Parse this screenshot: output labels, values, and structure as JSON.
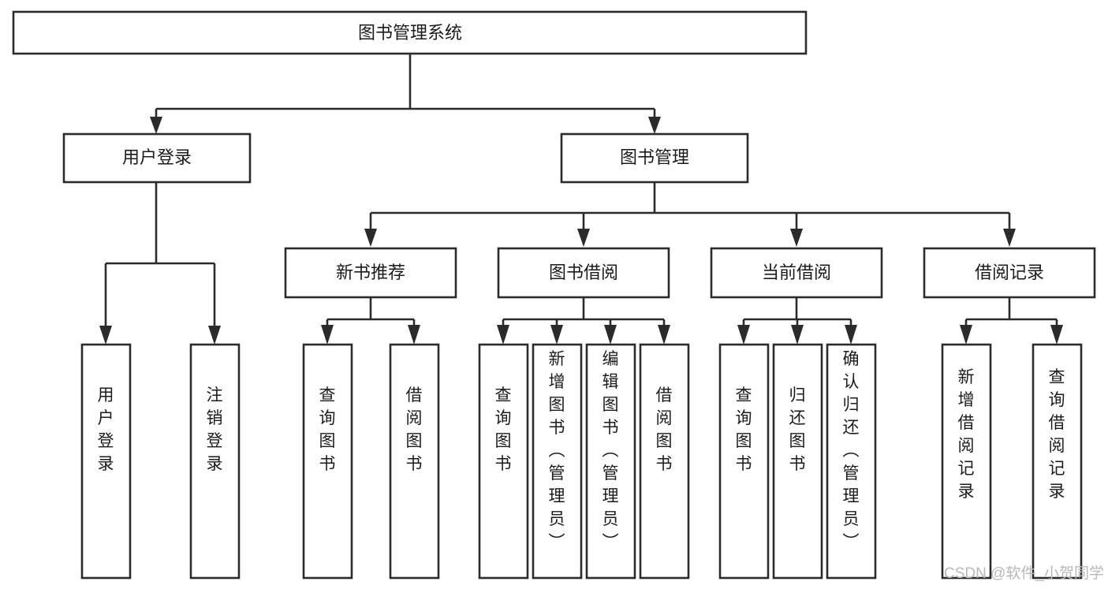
{
  "diagram": {
    "type": "tree-hierarchy-chart",
    "title": "图书管理系统",
    "style": {
      "box_fill": "#ffffff",
      "box_stroke": "#2b2b2b",
      "text_color": "#1b1b1b",
      "background": "#ffffff",
      "watermark_color": "#b9b9b9"
    },
    "root": {
      "label": "图书管理系统",
      "orientation": "horizontal"
    },
    "level2": [
      {
        "label": "用户登录",
        "orientation": "horizontal"
      },
      {
        "label": "图书管理",
        "orientation": "horizontal"
      }
    ],
    "level3": [
      {
        "label": "新书推荐",
        "orientation": "horizontal"
      },
      {
        "label": "图书借阅",
        "orientation": "horizontal"
      },
      {
        "label": "当前借阅",
        "orientation": "horizontal"
      },
      {
        "label": "借阅记录",
        "orientation": "horizontal"
      }
    ],
    "leaves": {
      "user_login": [
        {
          "label": "用户登录",
          "orientation": "vertical"
        },
        {
          "label": "注销登录",
          "orientation": "vertical"
        }
      ],
      "new_book_recommend": [
        {
          "label": "查询图书",
          "orientation": "vertical"
        },
        {
          "label": "借阅图书",
          "orientation": "vertical"
        }
      ],
      "book_borrow": [
        {
          "label": "查询图书",
          "orientation": "vertical"
        },
        {
          "label": "新增图书（管理员）",
          "orientation": "vertical"
        },
        {
          "label": "编辑图书（管理员）",
          "orientation": "vertical"
        },
        {
          "label": "借阅图书",
          "orientation": "vertical"
        }
      ],
      "current_borrow": [
        {
          "label": "查询图书",
          "orientation": "vertical"
        },
        {
          "label": "归还图书",
          "orientation": "vertical"
        },
        {
          "label": "确认归还（管理员）",
          "orientation": "vertical"
        }
      ],
      "borrow_record": [
        {
          "label": "新增借阅记录",
          "orientation": "vertical"
        },
        {
          "label": "查询借阅记录",
          "orientation": "vertical"
        }
      ]
    }
  },
  "watermark": {
    "text": "CSDN @软件_小贺同学"
  }
}
